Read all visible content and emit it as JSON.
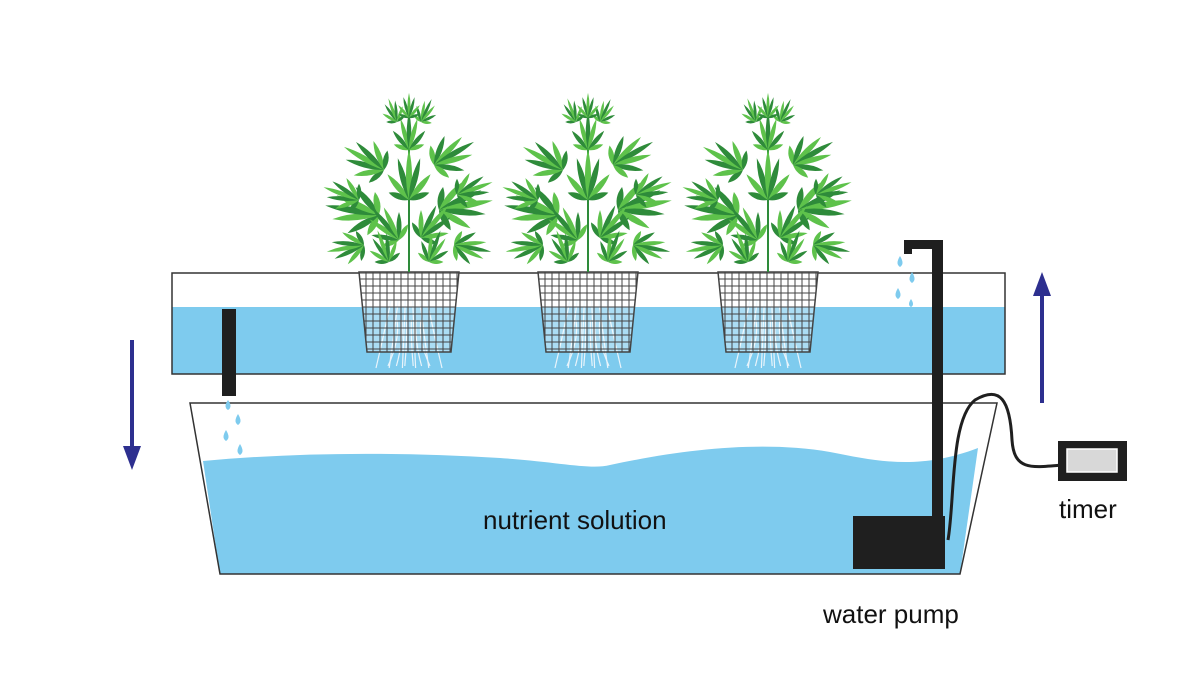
{
  "labels": {
    "reservoir": "nutrient solution",
    "pump": "water pump",
    "timer": "timer"
  },
  "colors": {
    "water": "#7ecbee",
    "outline": "#333333",
    "pipe": "#1f1f1f",
    "arrow": "#2d2f8f",
    "leaf_light": "#5ec24b",
    "leaf_dark": "#2e8b3a",
    "basket": "#444444",
    "root": "#e9f4fb",
    "drop": "#7ecbee",
    "timer_screen": "#d8d8d8"
  },
  "plants": [
    "plant-1",
    "plant-2",
    "plant-3"
  ],
  "icons": {
    "down_arrow": "down-arrow-icon",
    "up_arrow": "up-arrow-icon"
  }
}
